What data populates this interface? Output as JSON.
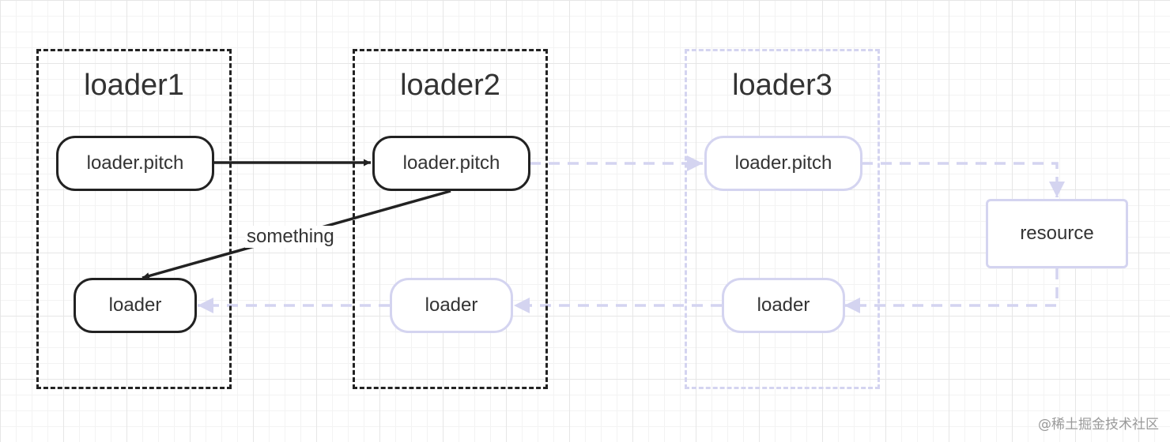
{
  "groups": [
    {
      "title": "loader1",
      "style": "solid"
    },
    {
      "title": "loader2",
      "style": "solid"
    },
    {
      "title": "loader3",
      "style": "faded"
    }
  ],
  "nodes": {
    "loader1_pitch": "loader.pitch",
    "loader1_loader": "loader",
    "loader2_pitch": "loader.pitch",
    "loader2_loader": "loader",
    "loader3_pitch": "loader.pitch",
    "loader3_loader": "loader",
    "resource": "resource"
  },
  "edges": {
    "something_label": "something"
  },
  "colors": {
    "active": "#222222",
    "faded": "#d4d4f0",
    "text": "#333333"
  },
  "watermark": "@稀土掘金技术社区"
}
